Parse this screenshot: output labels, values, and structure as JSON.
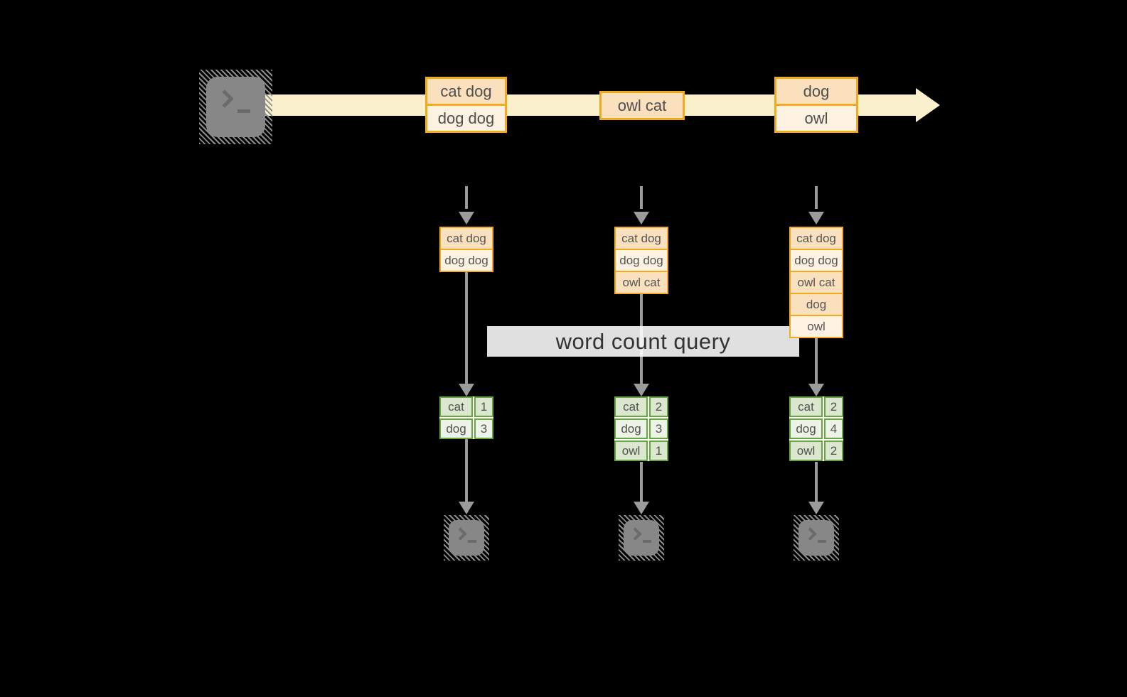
{
  "query": {
    "label": "word count query"
  },
  "stream": {
    "batches": [
      {
        "rows": [
          {
            "text": "cat dog"
          },
          {
            "text": "dog dog"
          }
        ]
      },
      {
        "rows": [
          {
            "text": "owl cat"
          }
        ]
      },
      {
        "rows": [
          {
            "text": "dog"
          },
          {
            "text": "owl"
          }
        ]
      }
    ]
  },
  "columns": [
    {
      "state": [
        {
          "text": "cat dog"
        },
        {
          "text": "dog dog"
        }
      ],
      "counts": [
        {
          "word": "cat",
          "count": "1"
        },
        {
          "word": "dog",
          "count": "3"
        }
      ]
    },
    {
      "state": [
        {
          "text": "cat dog"
        },
        {
          "text": "dog dog"
        },
        {
          "text": "owl cat"
        }
      ],
      "counts": [
        {
          "word": "cat",
          "count": "2"
        },
        {
          "word": "dog",
          "count": "3"
        },
        {
          "word": "owl",
          "count": "1"
        }
      ]
    },
    {
      "state": [
        {
          "text": "cat dog"
        },
        {
          "text": "dog dog"
        },
        {
          "text": "owl cat"
        },
        {
          "text": "dog"
        },
        {
          "text": "owl"
        }
      ],
      "counts": [
        {
          "word": "cat",
          "count": "2"
        },
        {
          "word": "dog",
          "count": "4"
        },
        {
          "word": "owl",
          "count": "2"
        }
      ]
    }
  ],
  "icons": {
    "source": "terminal-icon",
    "outputs": "terminal-icon",
    "stream_arrow": "arrow-right-icon",
    "flow_arrows": "arrow-down-icon"
  },
  "colors": {
    "background": "#000000",
    "stream_fill": "#faf0cc",
    "batch_border": "#f0ac1e",
    "batch_fill_dark": "#fae0bd",
    "batch_fill_light": "#fdf2e2",
    "table_border": "#67a53e",
    "table_fill_dark": "#dbe7ce",
    "table_fill_light": "#edf3e6",
    "arrow_gray": "#9b9b9b",
    "terminal_gray": "#878787",
    "query_band": "#ffffff"
  }
}
